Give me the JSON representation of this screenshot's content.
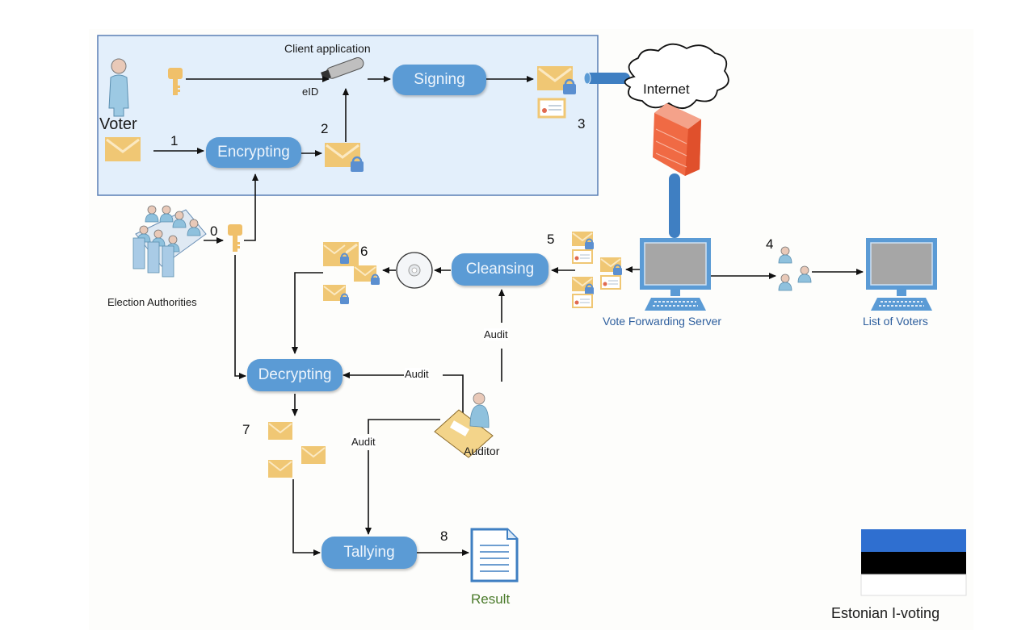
{
  "title": "Estonian I-voting",
  "client_app": {
    "label": "Client application"
  },
  "actors": {
    "voter": "Voter",
    "election_authorities": "Election Authorities",
    "auditor": "Auditor",
    "vote_forwarding_server": "Vote Forwarding Server",
    "list_of_voters": "List of Voters",
    "internet": "Internet",
    "result": "Result",
    "eid": "eID"
  },
  "processes": {
    "encrypting": "Encrypting",
    "signing": "Signing",
    "cleansing": "Cleansing",
    "decrypting": "Decrypting",
    "tallying": "Tallying"
  },
  "steps": [
    "0",
    "1",
    "2",
    "3",
    "4",
    "5",
    "6",
    "7",
    "8"
  ],
  "audit_labels": [
    "Audit",
    "Audit",
    "Audit"
  ],
  "flag": {
    "colors": [
      "#2f6fd0",
      "#000000",
      "#ffffff"
    ]
  },
  "colors": {
    "process_fill": "#5b9bd5",
    "client_box_fill": "#e3effb",
    "client_box_border": "#5a7fb5",
    "envelope": "#f0c774",
    "lock": "#5b8fd0"
  }
}
